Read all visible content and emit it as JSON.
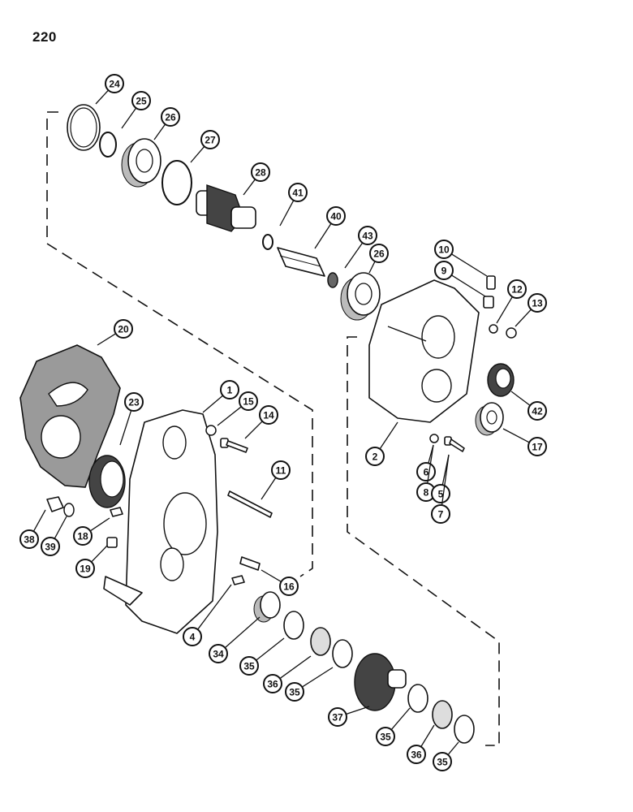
{
  "page_number": "220",
  "callouts": [
    "24",
    "25",
    "26",
    "27",
    "28",
    "41",
    "40",
    "43",
    "26",
    "10",
    "9",
    "12",
    "13",
    "20",
    "23",
    "1",
    "15",
    "14",
    "2",
    "42",
    "6",
    "8",
    "5",
    "7",
    "17",
    "11",
    "38",
    "39",
    "18",
    "19",
    "16",
    "4",
    "34",
    "35",
    "36",
    "35",
    "37",
    "35",
    "36",
    "35"
  ]
}
